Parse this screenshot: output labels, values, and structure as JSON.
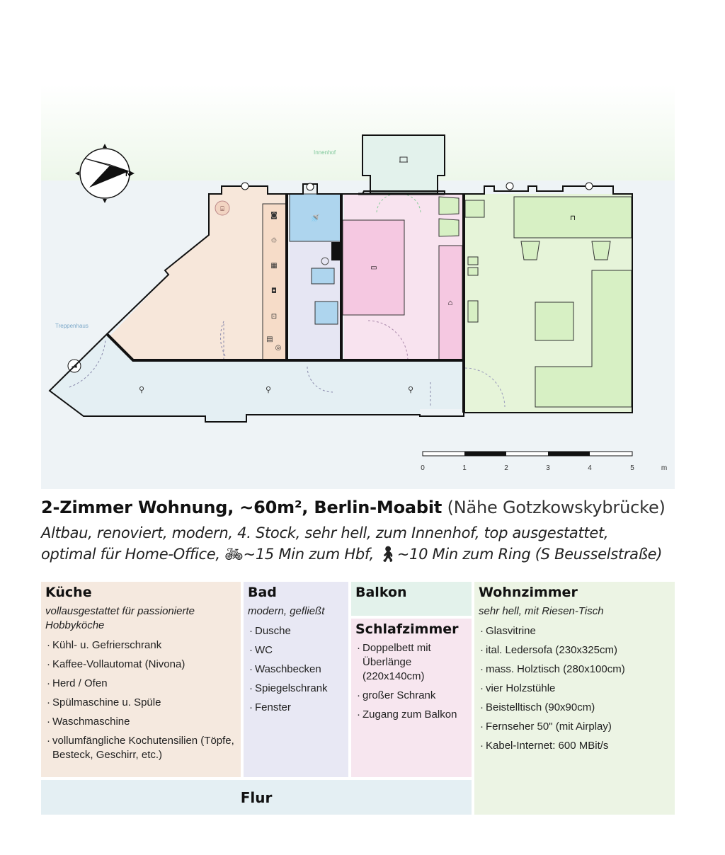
{
  "plan": {
    "innenhof_label": "Innenhof",
    "treppenhaus_label": "Treppenhaus",
    "compass_label": "N",
    "scale_ticks": [
      "0",
      "1",
      "2",
      "3",
      "4",
      "5"
    ],
    "scale_unit": "m",
    "colors": {
      "kitchen": "#f7e7da",
      "bath": "#e6e6f3",
      "shower": "#aed5ee",
      "bedroom": "#f8e3ef",
      "bed": "#f5c8e1",
      "living": "#e6f4d9",
      "living_furniture": "#d7f0c4",
      "hall": "#e4eff3",
      "balcony": "#e3f2ec",
      "background": "#eef4f6"
    }
  },
  "title": {
    "main": "2-Zimmer Wohnung, ~60m², Berlin-Moabit",
    "location": "(Nähe Gotzkowskybrücke)"
  },
  "subtitle": {
    "line1": "Altbau, renoviert, modern, 4. Stock, sehr hell, zum Innenhof, top ausgestattet,",
    "line2_a": "optimal für Home-Office,",
    "line2_b": "~15 Min zum Hbf,",
    "line2_c": "~10 Min zum Ring (S Beusselstraße)"
  },
  "rooms": {
    "kueche": {
      "title": "Küche",
      "desc": "vollausgestattet für passionierte Hobbyköche",
      "items": [
        "Kühl- u. Gefrierschrank",
        "Kaffee-Vollautomat (Nivona)",
        "Herd / Ofen",
        "Spülmaschine u. Spüle",
        "Waschmaschine",
        "vollumfängliche Kochutensilien (Töpfe, Besteck, Geschirr, etc.)"
      ],
      "color": "#f5e9df"
    },
    "bad": {
      "title": "Bad",
      "desc": "modern, gefließt",
      "items": [
        "Dusche",
        "WC",
        "Waschbecken",
        "Spiegelschrank",
        "Fenster"
      ],
      "color": "#e8e8f4"
    },
    "balkon": {
      "title": "Balkon",
      "color": "#e3f2eb"
    },
    "schlafzimmer": {
      "title": "Schlafzimmer",
      "items": [
        "Doppelbett mit Überlänge (220x140cm)",
        "großer Schrank",
        "Zugang zum Balkon"
      ],
      "color": "#f7e6ef"
    },
    "wohnzimmer": {
      "title": "Wohnzimmer",
      "desc": "sehr hell, mit Riesen-Tisch",
      "items": [
        "Glasvitrine",
        "ital. Ledersofa (230x325cm)",
        "mass. Holztisch (280x100cm)",
        "vier Holzstühle",
        "Beistelltisch (90x90cm)",
        "Fernseher 50\" (mit Airplay)",
        "Kabel-Internet: 600 MBit/s"
      ],
      "color": "#ecf4e4"
    },
    "flur": {
      "title": "Flur",
      "color": "#e4eff3"
    }
  }
}
